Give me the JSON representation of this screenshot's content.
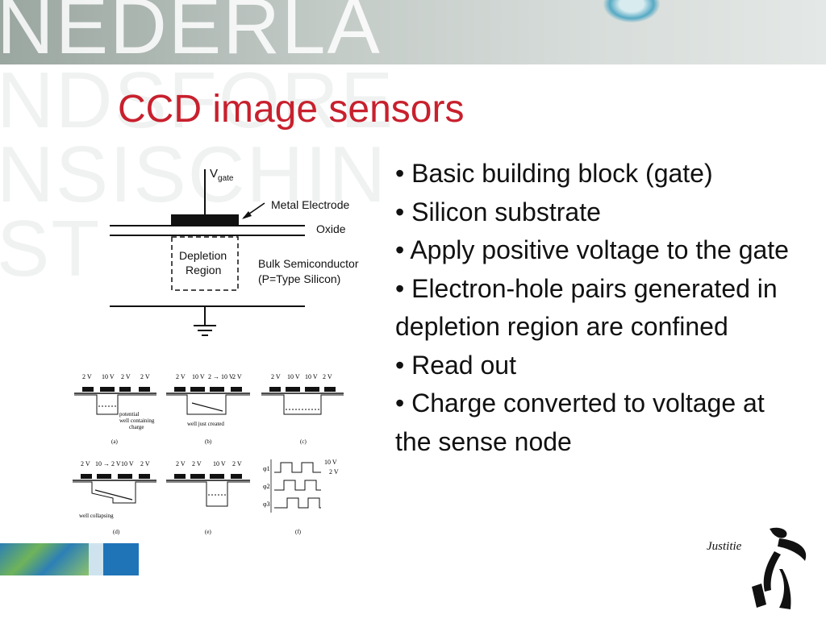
{
  "banner": {
    "bg_word_rows": [
      "NEDERLA",
      "NDSFORE",
      "NSISCHIN",
      "ST"
    ]
  },
  "slide": {
    "title": "CCD image sensors",
    "bullets": [
      "• Basic building block (gate)",
      "• Silicon substrate",
      "• Apply positive voltage to the gate",
      "• Electron-hole pairs generated in depletion region are confined",
      "• Read out",
      "• Charge converted to voltage at the sense node"
    ]
  },
  "figure_main": {
    "vgate_v": "V",
    "vgate_sub": "gate",
    "metal_electrode": "Metal Electrode",
    "oxide": "Oxide",
    "depletion_1": "Depletion",
    "depletion_2": "Region",
    "bulk_1": "Bulk Semiconductor",
    "bulk_2": "(P=Type Silicon)"
  },
  "figure_grid": {
    "panel_a": {
      "voltages": [
        "2 V",
        "10 V",
        "2 V",
        "2 V"
      ],
      "annotation_1": "potential",
      "annotation_2": "well containing",
      "annotation_3": "charge",
      "caption": "(a)"
    },
    "panel_b": {
      "voltages": [
        "2 V",
        "10 V",
        "2 → 10 V",
        "2 V"
      ],
      "annotation_1": "well just created",
      "caption": "(b)"
    },
    "panel_c": {
      "voltages": [
        "2 V",
        "10 V",
        "10 V",
        "2 V"
      ],
      "caption": "(c)"
    },
    "panel_d": {
      "voltages": [
        "2 V",
        "10 → 2 V",
        "10 V",
        "2 V"
      ],
      "annotation_1": "well collapsing",
      "caption": "(d)"
    },
    "panel_e": {
      "voltages": [
        "2 V",
        "2 V",
        "10 V",
        "2 V"
      ],
      "caption": "(e)"
    },
    "panel_f": {
      "phase_1": "φ1",
      "phase_2": "φ2",
      "phase_3": "φ3",
      "level_high": "10 V",
      "level_low": "2 V",
      "caption": "(f)"
    }
  },
  "logo": {
    "text": "Justitie"
  },
  "colors": {
    "title": "#c8202d",
    "text": "#111111",
    "stripe_blue": "#1f74b8",
    "stripe_green": "#6fb35a"
  }
}
